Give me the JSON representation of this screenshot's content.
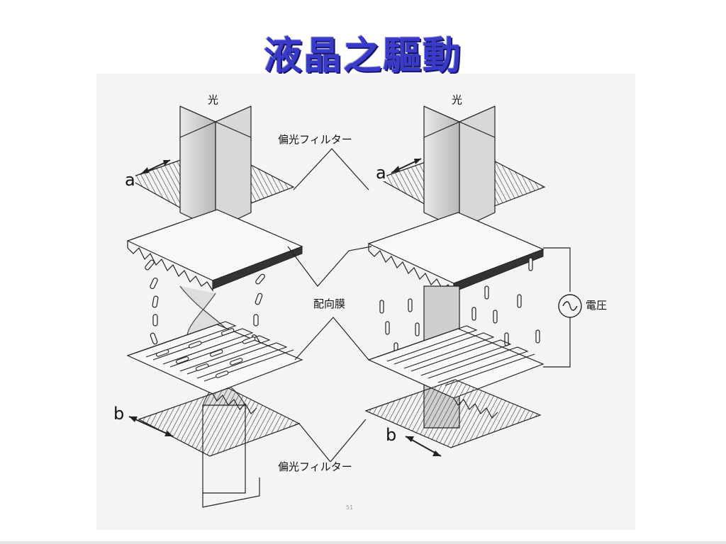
{
  "slide": {
    "title": "液晶之驅動",
    "page_number": "51"
  },
  "diagram": {
    "labels": {
      "light_left": "光",
      "light_right": "光",
      "polarizer_top": "偏光フィルター",
      "polarizer_bottom": "偏光フィルター",
      "alignment_film": "配向膜",
      "voltage": "電圧",
      "axis_a_left": "a",
      "axis_a_right": "a",
      "axis_b_left": "b",
      "axis_b_right": "b"
    }
  }
}
